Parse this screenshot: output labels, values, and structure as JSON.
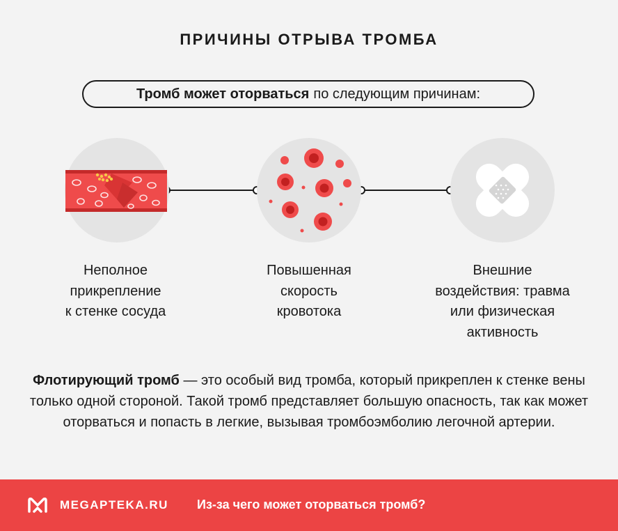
{
  "header": {
    "title": "ПРИЧИНЫ ОТРЫВА ТРОМБА",
    "intro_bold": "Тромб может оторваться",
    "intro_rest": "по следующим причинам:"
  },
  "causes": [
    {
      "icon": "blood-vessel-icon",
      "line1": "Неполное",
      "line2": "прикрепление",
      "line3": "к стенке сосуда"
    },
    {
      "icon": "blood-cells-icon",
      "line1": "Повышенная",
      "line2": "скорость",
      "line3": "кровотока"
    },
    {
      "icon": "bandage-icon",
      "line1": "Внешние",
      "line2": "воздействия: травма",
      "line3": "или физическая",
      "line4": "активность"
    }
  ],
  "description": {
    "bold": "Флотирующий тромб",
    "rest": " — это особый вид тромба, который прикреплен к стенке вены только одной стороной. Такой тромб представляет большую опасность, так как может оторваться и попасть в легкие, вызывая тромбоэмболию легочной артерии."
  },
  "footer": {
    "brand": "MEGAPTEKA.RU",
    "tagline": "Из-за чего может оторваться тромб?"
  },
  "colors": {
    "accent": "#ec4444",
    "circle": "#e4e4e4",
    "background": "#f3f3f3"
  }
}
